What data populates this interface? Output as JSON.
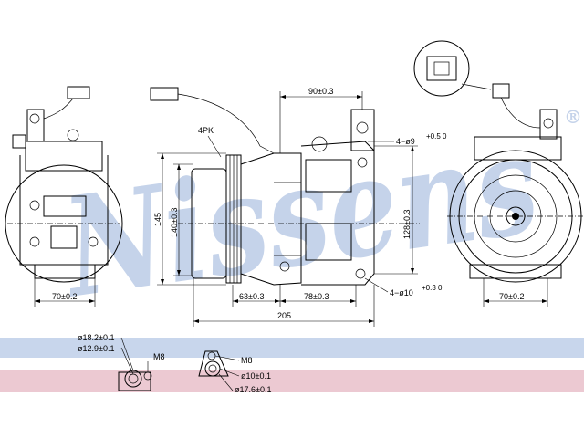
{
  "watermark": {
    "brand": "Nissens",
    "registered": "®",
    "color": "#c5d3ea"
  },
  "bands": {
    "blue": "#c8d6ec",
    "pink": "#ecc9d2"
  },
  "dimensions": {
    "front_width": "70±0.2",
    "pulley_label": "4PK",
    "pulley_dia_outer": "145",
    "pulley_dia_inner": "140±0.3",
    "top_offset": "90±0.3",
    "hole_top": "4−ø9",
    "hole_top_tol": "+0.5 0",
    "body_height": "128±0.3",
    "hole_bottom": "4−ø10",
    "hole_bottom_tol": "+0.3 0",
    "seg_a": "63±0.3",
    "seg_b": "78±0.3",
    "overall_length": "205",
    "rear_width": "70±0.2"
  },
  "ports": {
    "left": {
      "outer": "ø18.2±0.1",
      "inner": "ø12.9±0.1",
      "thread": "M8"
    },
    "right": {
      "thread": "M8",
      "inner": "ø10±0.1",
      "outer": "ø17.6±0.1"
    }
  }
}
